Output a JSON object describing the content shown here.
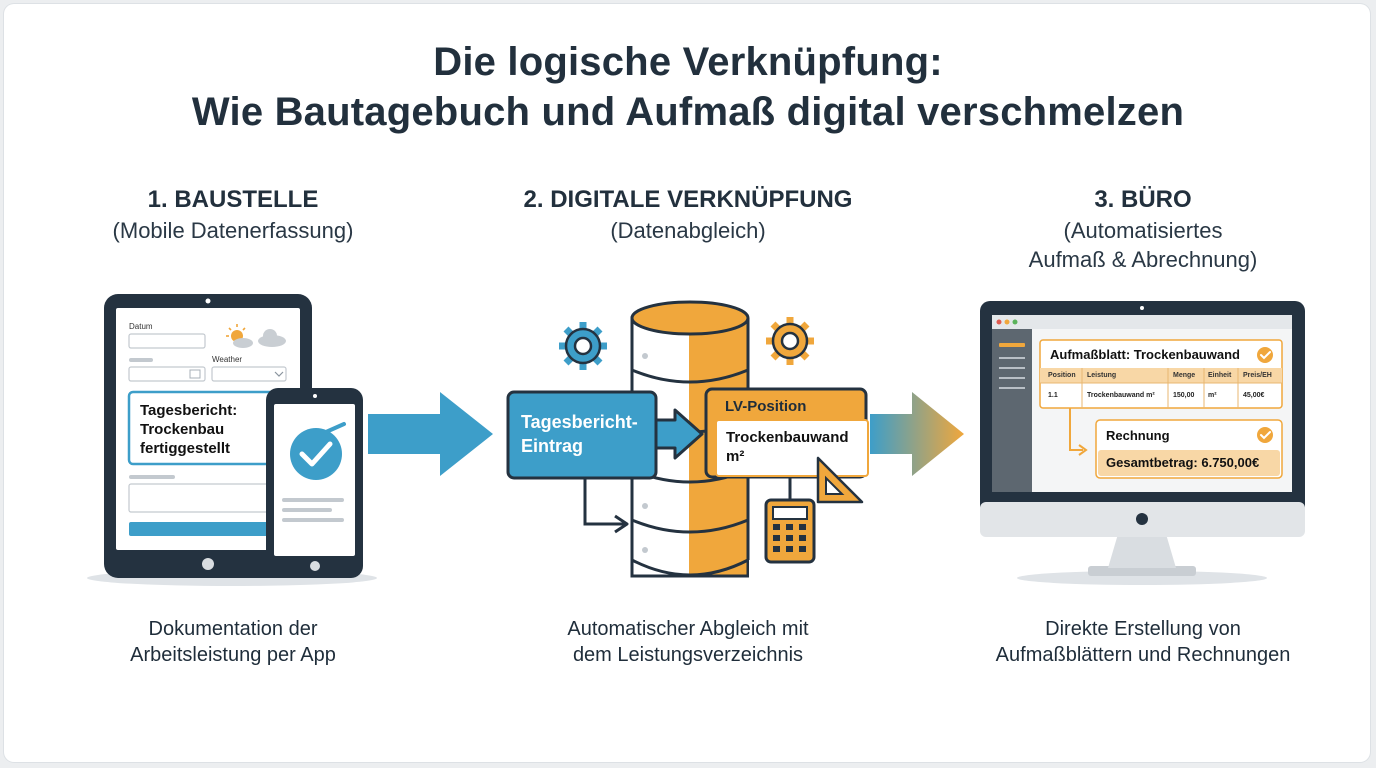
{
  "title": {
    "line1": "Die logische Verknüpfung:",
    "line2": "Wie Bautagebuch und Aufmaß digital verschmelzen"
  },
  "columns": [
    {
      "heading": "1. BAUSTELLE",
      "sub": "(Mobile Datenerfassung)",
      "caption_line1": "Dokumentation der",
      "caption_line2": "Arbeitsleistung per App"
    },
    {
      "heading": "2. DIGITALE VERKNÜPFUNG",
      "sub": "(Datenabgleich)",
      "caption_line1": "Automatischer Abgleich mit",
      "caption_line2": "dem Leistungsverzeichnis"
    },
    {
      "heading": "3. BÜRO",
      "sub_line1": "(Automatisiertes",
      "sub_line2": "Aufmaß & Abrechnung)",
      "caption_line1": "Direkte Erstellung von",
      "caption_line2": "Aufmaßblättern und Rechnungen"
    }
  ],
  "tablet": {
    "field_date_label": "Datum",
    "field_weather_label": "Weather",
    "report_line1": "Tagesbericht:",
    "report_line2": "Trockenbau",
    "report_line3": "fertiggestellt"
  },
  "link": {
    "entry_line1": "Tagesbericht-",
    "entry_line2": "Eintrag",
    "lv_title": "LV-Position",
    "lv_item_line1": "Trockenbauwand",
    "lv_item_line2": "m²"
  },
  "office": {
    "sheet_title": "Aufmaßblatt: Trockenbauwand",
    "table_headers": [
      "Position",
      "Leistung",
      "Menge",
      "Einheit",
      "Preis/EH"
    ],
    "table_row": [
      "1.1",
      "Trockenbauwand m²",
      "150,00",
      "m²",
      "45,00€"
    ],
    "invoice_title": "Rechnung",
    "invoice_total": "Gesamtbetrag: 6.750,00€"
  },
  "colors": {
    "blue": "#3d9ec9",
    "orange": "#f0a73c",
    "dark": "#243240"
  }
}
